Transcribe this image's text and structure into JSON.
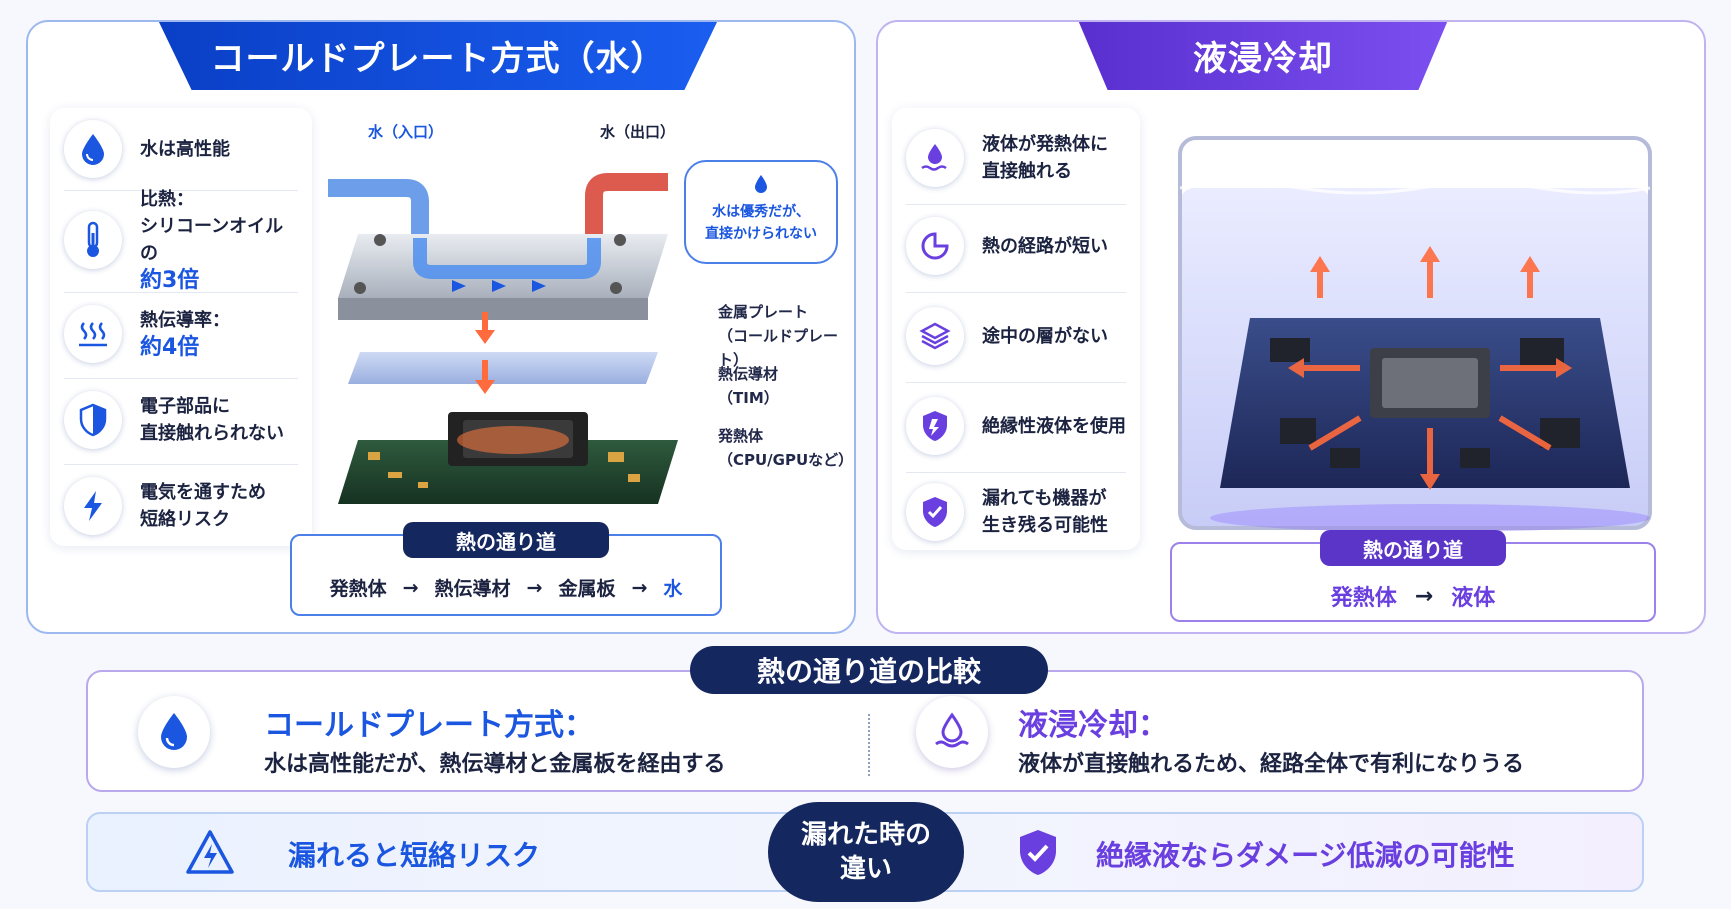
{
  "left": {
    "title": "コールドプレート方式（水）",
    "features": [
      {
        "icon": "water-drop-icon",
        "lines": [
          "水は高性能"
        ],
        "big": ""
      },
      {
        "icon": "thermometer-icon",
        "lines": [
          "比熱：",
          "シリコーンオイルの"
        ],
        "big": "約3倍"
      },
      {
        "icon": "heat-waves-icon",
        "lines": [
          "熱伝導率："
        ],
        "big": "約4倍"
      },
      {
        "icon": "shield-icon",
        "lines": [
          "電子部品に",
          "直接触れられない"
        ],
        "big": ""
      },
      {
        "icon": "lightning-icon",
        "lines": [
          "電気を通すため",
          "短絡リスク"
        ],
        "big": ""
      }
    ],
    "inlet": "水（入口）",
    "outlet": "水（出口）",
    "bubble": [
      "水は優秀だが、",
      "直接かけられない"
    ],
    "callouts": [
      {
        "main": "金属プレート",
        "sub": "（コールドプレート）"
      },
      {
        "main": "熱伝導材",
        "sub": "（TIM）"
      },
      {
        "main": "発熱体",
        "sub": "（CPU/GPUなど）"
      }
    ],
    "path_title": "熱の通り道",
    "path": [
      "発熱体",
      "熱伝導材",
      "金属板",
      "水"
    ]
  },
  "right": {
    "title": "液浸冷却",
    "features": [
      {
        "icon": "liquid-contact-icon",
        "lines": [
          "液体が発熱体に",
          "直接触れる"
        ]
      },
      {
        "icon": "short-path-icon",
        "lines": [
          "熱の経路が短い"
        ]
      },
      {
        "icon": "layers-icon",
        "lines": [
          "途中の層がない"
        ]
      },
      {
        "icon": "insulation-shield-icon",
        "lines": [
          "絶縁性液体を使用"
        ]
      },
      {
        "icon": "shield-check-icon",
        "lines": [
          "漏れても機器が",
          "生き残る可能性"
        ]
      }
    ],
    "path_title": "熱の通り道",
    "path": [
      "発熱体",
      "液体"
    ]
  },
  "compare": {
    "title": "熱の通り道の比較",
    "left_heading": "コールドプレート方式：",
    "left_text": "水は高性能だが、熱伝導材と金属板を経由する",
    "right_heading": "液浸冷却：",
    "right_text": "液体が直接触れるため、経路全体で有利になりうる"
  },
  "leak": {
    "title": [
      "漏れた時の",
      "違い"
    ],
    "left_text": "漏れると短絡リスク",
    "right_text": "絶縁液ならダメージ低減の可能性"
  },
  "arrow_glyph": "→",
  "colors": {
    "blue": "#1a56e0",
    "purple": "#6a3fe0",
    "navy": "#14275e",
    "heat": "#ff6b3d"
  }
}
